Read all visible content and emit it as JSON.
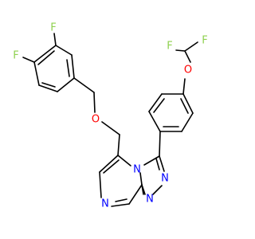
{
  "colors": {
    "background": "#ffffff",
    "bond": "#000000",
    "fluorine": "#8fd14f",
    "oxygen": "#ff0000",
    "nitrogen": "#0000ff"
  },
  "atoms": {
    "f_top": "F",
    "f_left": "F",
    "o_ether": "O",
    "o_difluoromethoxy": "O",
    "f_chf2_upper": "F",
    "f_chf2_lower": "F",
    "n_bridgehead": "N",
    "n_pyrazine": "N",
    "n_triazole_1": "N",
    "n_triazole_2": "N"
  }
}
